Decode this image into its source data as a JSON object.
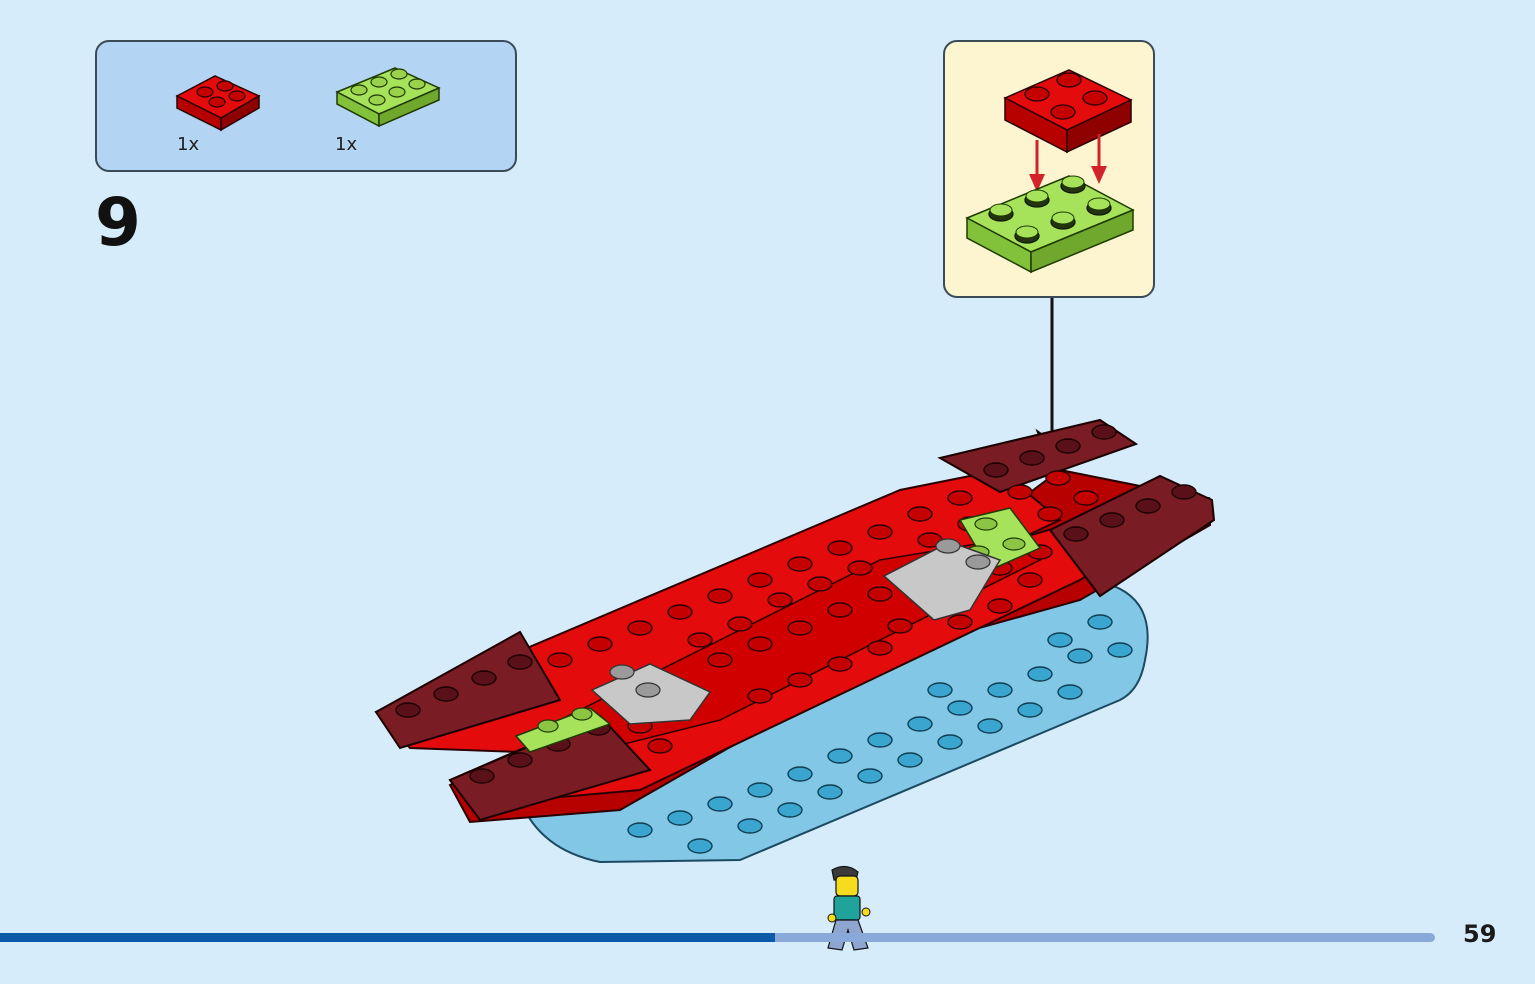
{
  "parts_list": {
    "items": [
      {
        "color": "#e30b0b",
        "qty": "1x",
        "name": "red-plate-2x2"
      },
      {
        "color": "#a6e35a",
        "qty": "1x",
        "name": "lime-plate-2x3"
      }
    ]
  },
  "step": {
    "number": "9"
  },
  "progress": {
    "fraction": 0.54,
    "done_color": "#0a5aa8",
    "todo_color": "#8aa9d9"
  },
  "page": {
    "number": "59"
  },
  "colors": {
    "red": "#e30b0b",
    "dark_red": "#7a1c24",
    "lime": "#a6e35a",
    "light_blue": "#82c8e6",
    "stud_blue": "#3aa6cf",
    "grey": "#c8c8c8",
    "arrow": "#d2232a"
  }
}
